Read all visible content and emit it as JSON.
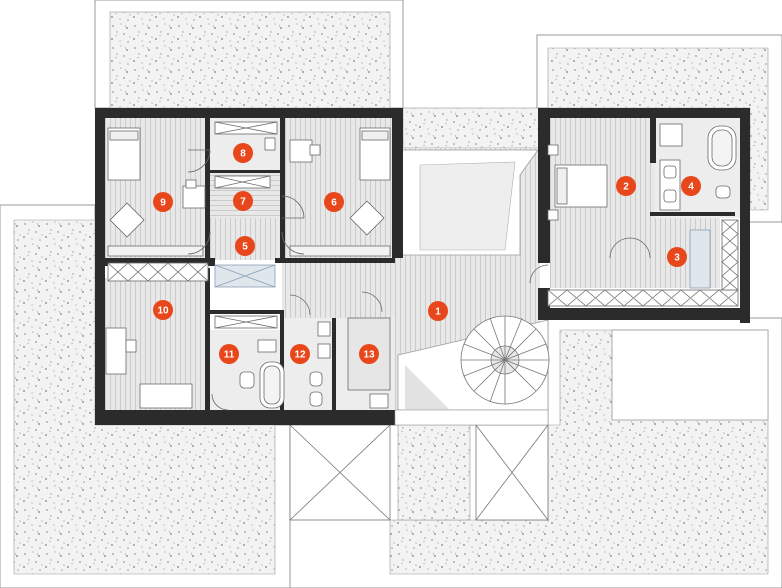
{
  "plan": {
    "colors": {
      "wall": "#2b2b2b",
      "floor": "#e6e6e6",
      "floor_line": "#bdbdbd",
      "terrace": "#f2f2f2",
      "speckle": "#9a9a9a",
      "marker": "#e8471c",
      "bath": "#ededed",
      "fixture": "#ffffff",
      "outline": "#6a6a6a"
    },
    "rooms": [
      {
        "id": "1",
        "label": "1"
      },
      {
        "id": "2",
        "label": "2"
      },
      {
        "id": "3",
        "label": "3"
      },
      {
        "id": "4",
        "label": "4"
      },
      {
        "id": "5",
        "label": "5"
      },
      {
        "id": "6",
        "label": "6"
      },
      {
        "id": "7",
        "label": "7"
      },
      {
        "id": "8",
        "label": "8"
      },
      {
        "id": "9",
        "label": "9"
      },
      {
        "id": "10",
        "label": "10"
      },
      {
        "id": "11",
        "label": "11"
      },
      {
        "id": "12",
        "label": "12"
      },
      {
        "id": "13",
        "label": "13"
      }
    ]
  }
}
